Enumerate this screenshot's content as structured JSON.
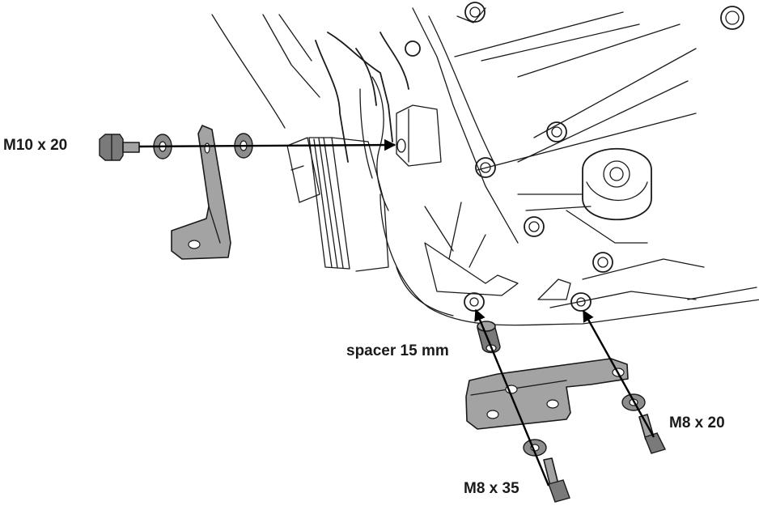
{
  "labels": {
    "bolt_top": "M10 x 20",
    "spacer": "spacer 15 mm",
    "bolt_right": "M8 x 20",
    "bolt_bottom": "M8 x 35"
  },
  "colors": {
    "part_fill": "#a3a3a3",
    "line": "#1a1a1a",
    "background": "#ffffff"
  }
}
